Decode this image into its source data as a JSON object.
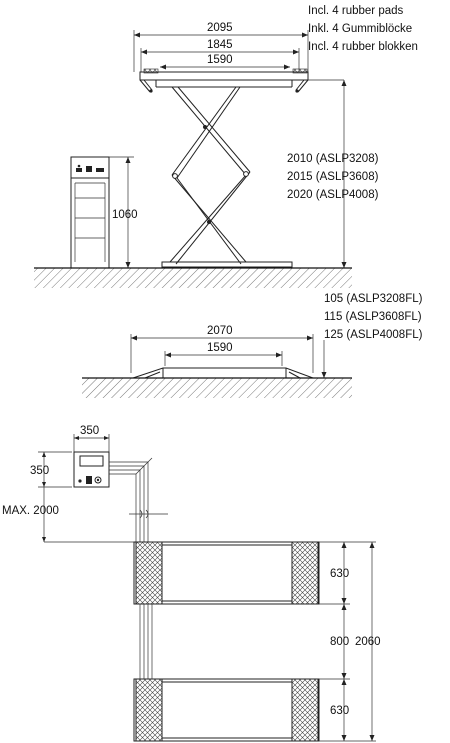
{
  "side_view": {
    "width_overall": "2095",
    "width_mid": "1845",
    "width_platform": "1590",
    "pads_note_en": "Incl. 4 rubber pads",
    "pads_note_de": "Inkl. 4 Gummiblöcke",
    "pads_note_nl": "Incl. 4 rubber blokken",
    "height_models": [
      "2010 (ASLP3208)",
      "2015 (ASLP3608)",
      "2020 (ASLP4008)"
    ],
    "console_height": "1060"
  },
  "flush_view": {
    "width_overall": "2070",
    "width_platform": "1590",
    "height_models": [
      "105 (ASLP3208FL)",
      "115 (ASLP3608FL)",
      "125 (ASLP4008FL)"
    ]
  },
  "top_view": {
    "console_width": "350",
    "console_depth": "350",
    "max_distance": "MAX. 2000",
    "pad_length_top": "630",
    "gap": "800",
    "total_length": "2060",
    "pad_length_bottom": "630"
  },
  "colors": {
    "line": "#222222",
    "hatch": "#333333"
  }
}
